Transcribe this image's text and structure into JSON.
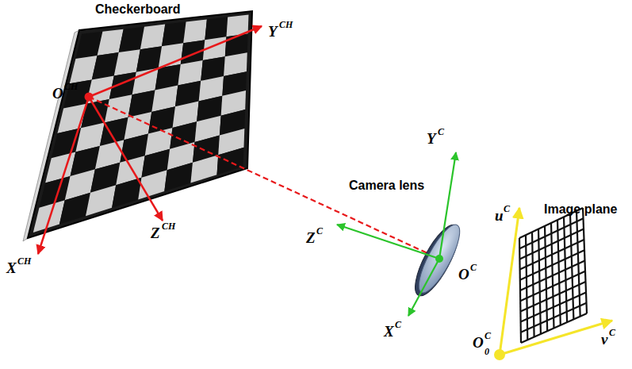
{
  "diagram": {
    "labels": [
      "Checkerboard",
      "O",
      "CH",
      "Y",
      "CH",
      "Z",
      "CH",
      "X",
      "CH",
      "Camera lens",
      "Y",
      "C",
      "Z",
      "C",
      "X",
      "C",
      "O",
      "C",
      "Image plane",
      "u",
      "C",
      "v",
      "C",
      "O",
      "C",
      "0"
    ]
  }
}
